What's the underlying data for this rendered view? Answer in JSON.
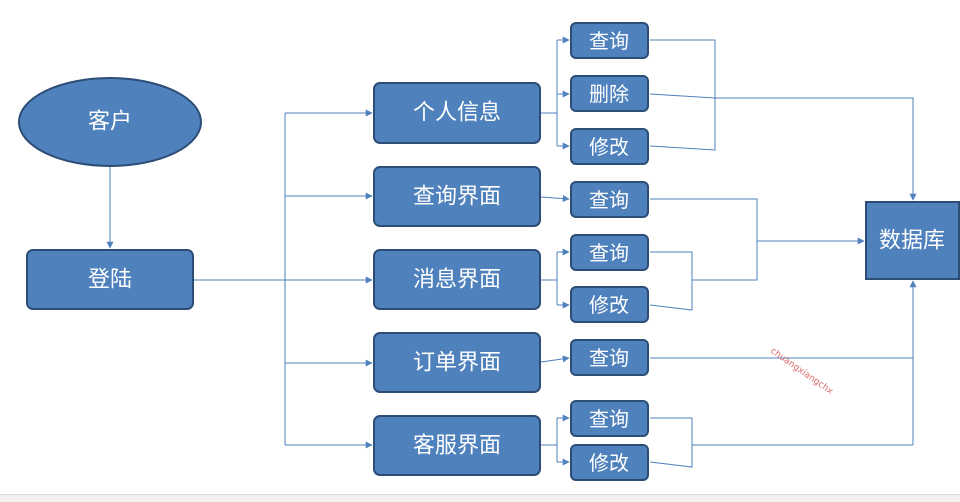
{
  "colors": {
    "node_fill": "#4f81bd",
    "node_stroke": "#2c4d75",
    "edge": "#4f81bd",
    "text": "#ffffff",
    "watermark": "#d96a6a"
  },
  "nodes": {
    "customer": "客户",
    "login": "登陆",
    "personal_info": "个人信息",
    "query_ui": "查询界面",
    "message_ui": "消息界面",
    "order_ui": "订单界面",
    "service_ui": "客服界面",
    "database": "数据库",
    "pi_query": "查询",
    "pi_delete": "删除",
    "pi_modify": "修改",
    "q_query": "查询",
    "m_query": "查询",
    "m_modify": "修改",
    "o_query": "查询",
    "s_query": "查询",
    "s_modify": "修改"
  },
  "watermark": "chuangxiangchx"
}
